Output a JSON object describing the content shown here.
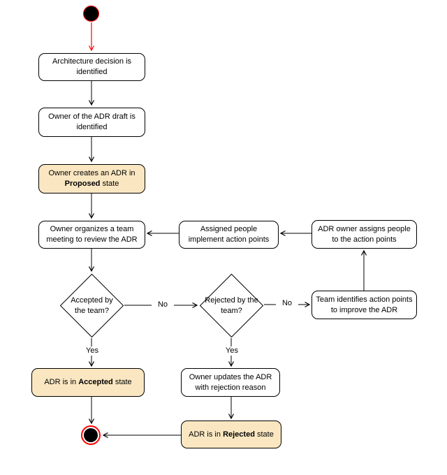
{
  "colors": {
    "state_fill": "#FAE7C2",
    "activity_fill": "#FFFFFF",
    "stroke": "#000000",
    "initial_arrow": "#FF0000",
    "terminal_ring": "#FF0000"
  },
  "nodes": {
    "architecture_identified": {
      "label": "Architecture decision is identified"
    },
    "owner_identified": {
      "label": "Owner of the ADR draft is identified"
    },
    "create_adr": {
      "pre": "Owner creates an ADR in ",
      "bold": "Proposed",
      "post": " state"
    },
    "team_meeting": {
      "label": "Owner organizes a team meeting to review the ADR"
    },
    "assigned_implement": {
      "label": "Assigned people implement action points"
    },
    "owner_assigns": {
      "label": "ADR owner assigns people to the action points"
    },
    "decision_accepted": {
      "label": "Accepted by the team?"
    },
    "decision_rejected": {
      "label": "Rejected by the team?"
    },
    "team_identifies": {
      "label": "Team identifies action points to improve the ADR"
    },
    "accepted_state": {
      "pre": "ADR is in ",
      "bold": "Accepted",
      "post": " state"
    },
    "owner_updates": {
      "label": "Owner updates the ADR with rejection reason"
    },
    "rejected_state": {
      "pre": "ADR is in ",
      "bold": "Rejected",
      "post": " state"
    }
  },
  "edge_labels": {
    "accepted_no": "No",
    "accepted_yes": "Yes",
    "rejected_no": "No",
    "rejected_yes": "Yes"
  }
}
